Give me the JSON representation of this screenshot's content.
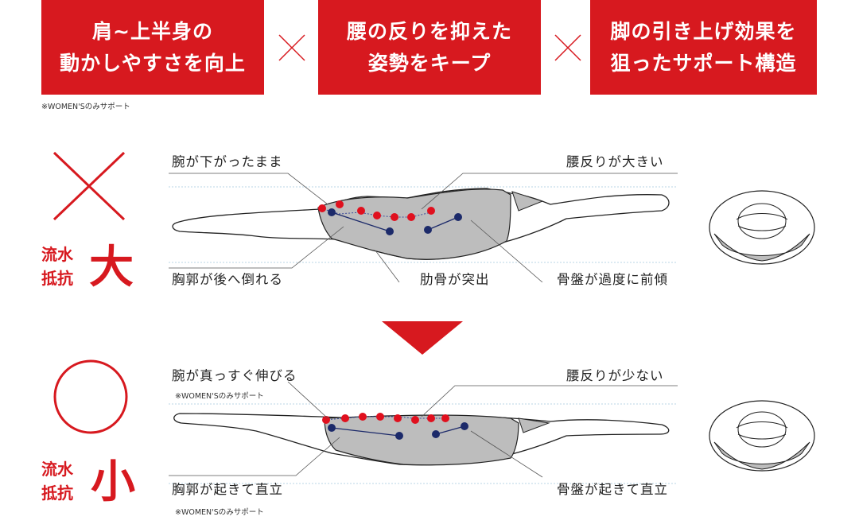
{
  "features": [
    {
      "line1": "肩~上半身の",
      "line2": "動かしやすさを向上"
    },
    {
      "line1": "腰の反りを抑えた",
      "line2": "姿勢をキープ"
    },
    {
      "line1": "脚の引き上げ効果を",
      "line2": "狙ったサポート構造"
    }
  ],
  "women_note": "※WOMEN'Sのみサポート",
  "bad": {
    "symbol": "cross",
    "resistance_label_1": "流水",
    "resistance_label_2": "抵抗",
    "resistance_value": "大",
    "labels": {
      "arm": "腕が下がったまま",
      "waist": "腰反りが大きい",
      "chest": "胸郭が後へ倒れる",
      "rib": "肋骨が突出",
      "pelvis": "骨盤が過度に前傾"
    }
  },
  "good": {
    "symbol": "circle",
    "resistance_label_1": "流水",
    "resistance_label_2": "抵抗",
    "resistance_value": "小",
    "labels": {
      "arm": "腕が真っすぐ伸びる",
      "arm_note": "※WOMEN'Sのみサポート",
      "waist": "腰反りが少ない",
      "chest": "胸郭が起きて直立",
      "chest_note": "※WOMEN'Sのみサポート",
      "pelvis": "骨盤が起きて直立"
    }
  },
  "colors": {
    "accent": "#d7191f",
    "marker_red": "#e0101e",
    "marker_navy": "#1c2a6a",
    "suit_gray": "#bdbdbd"
  }
}
